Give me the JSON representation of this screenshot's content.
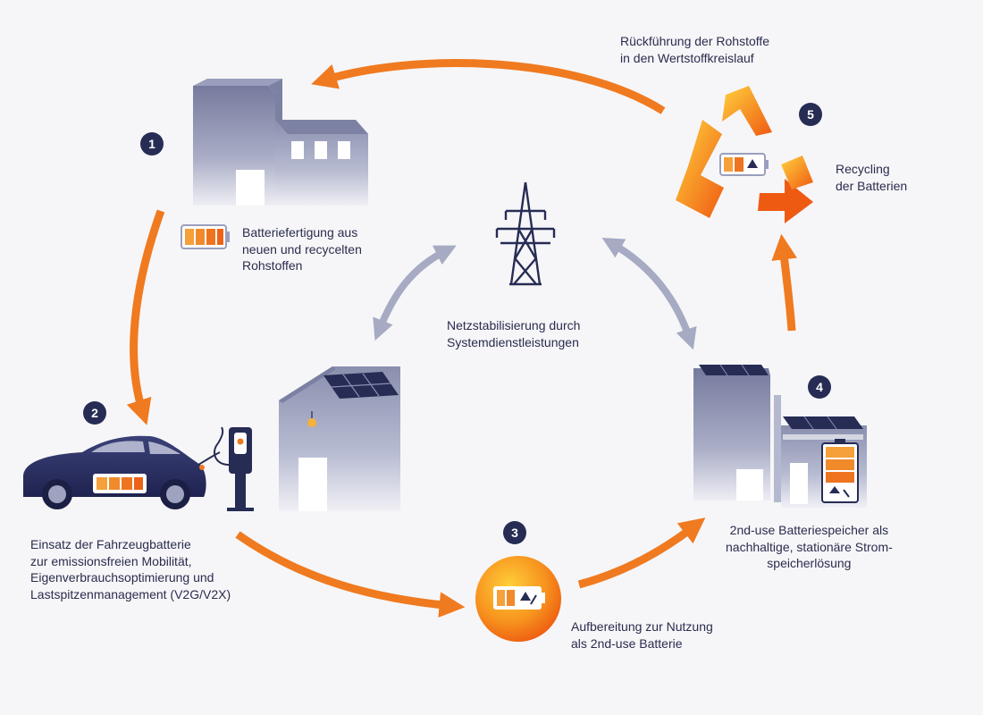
{
  "steps": [
    {
      "number": "1",
      "lines": [
        "Batteriefertigung aus",
        "neuen und recycelten",
        "Rohstoffen"
      ]
    },
    {
      "number": "2",
      "lines": [
        "Einsatz der Fahrzeugbatterie",
        "zur emissionsfreien Mobilität,",
        "Eigenverbrauchsoptimierung und",
        "Lastspitzenmanagement (V2G/V2X)"
      ]
    },
    {
      "number": "3",
      "lines": [
        "Aufbereitung zur Nutzung",
        "als 2nd-use Batterie"
      ]
    },
    {
      "number": "4",
      "lines": [
        "2nd-use Batteriespeicher als",
        "nachhaltige, stationäre Strom-",
        "speicherlösung"
      ]
    },
    {
      "number": "5",
      "lines": [
        "Recycling",
        "der Batterien"
      ]
    }
  ],
  "return_label": [
    "Rückführung der Rohstoffe",
    "in den Wertstoffkreislauf"
  ],
  "grid_label": [
    "Netzstabilisierung durch",
    "Systemdienstleistungen"
  ],
  "colors": {
    "navy": "#272c55",
    "orange": "#f07a1f",
    "grey_arrow": "#a6abc3",
    "building": "#8f94b3",
    "background": "#f6f6f8"
  },
  "icons": [
    "factory-icon",
    "battery-icon",
    "power-pylon-icon",
    "car-icon",
    "charging-station-icon",
    "house-icon",
    "solar-panel-icon",
    "light-bulb-icon",
    "battery-sphere-icon",
    "storage-building-icon",
    "recycling-icon"
  ]
}
